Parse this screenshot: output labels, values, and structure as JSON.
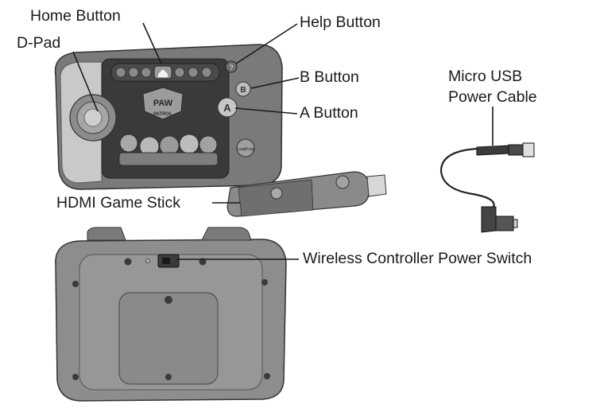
{
  "labels": {
    "home_button": "Home Button",
    "d_pad": "D-Pad",
    "help_button": "Help Button",
    "b_button": "B Button",
    "a_button": "A Button",
    "micro_usb_line1": "Micro USB",
    "micro_usb_line2": "Power Cable",
    "hdmi_game_stick": "HDMI Game Stick",
    "power_switch": "Wireless Controller Power Switch"
  },
  "device_markings": {
    "button_a": "A",
    "button_b": "B",
    "screen_title": "PAW",
    "screen_subtitle": "PATROL",
    "brand": "LeapFrog"
  },
  "colors": {
    "body_gray": "#8e8e8e",
    "body_light": "#c4c4c4",
    "screen_dark": "#3c3c3c",
    "line": "#1a1a1a"
  }
}
